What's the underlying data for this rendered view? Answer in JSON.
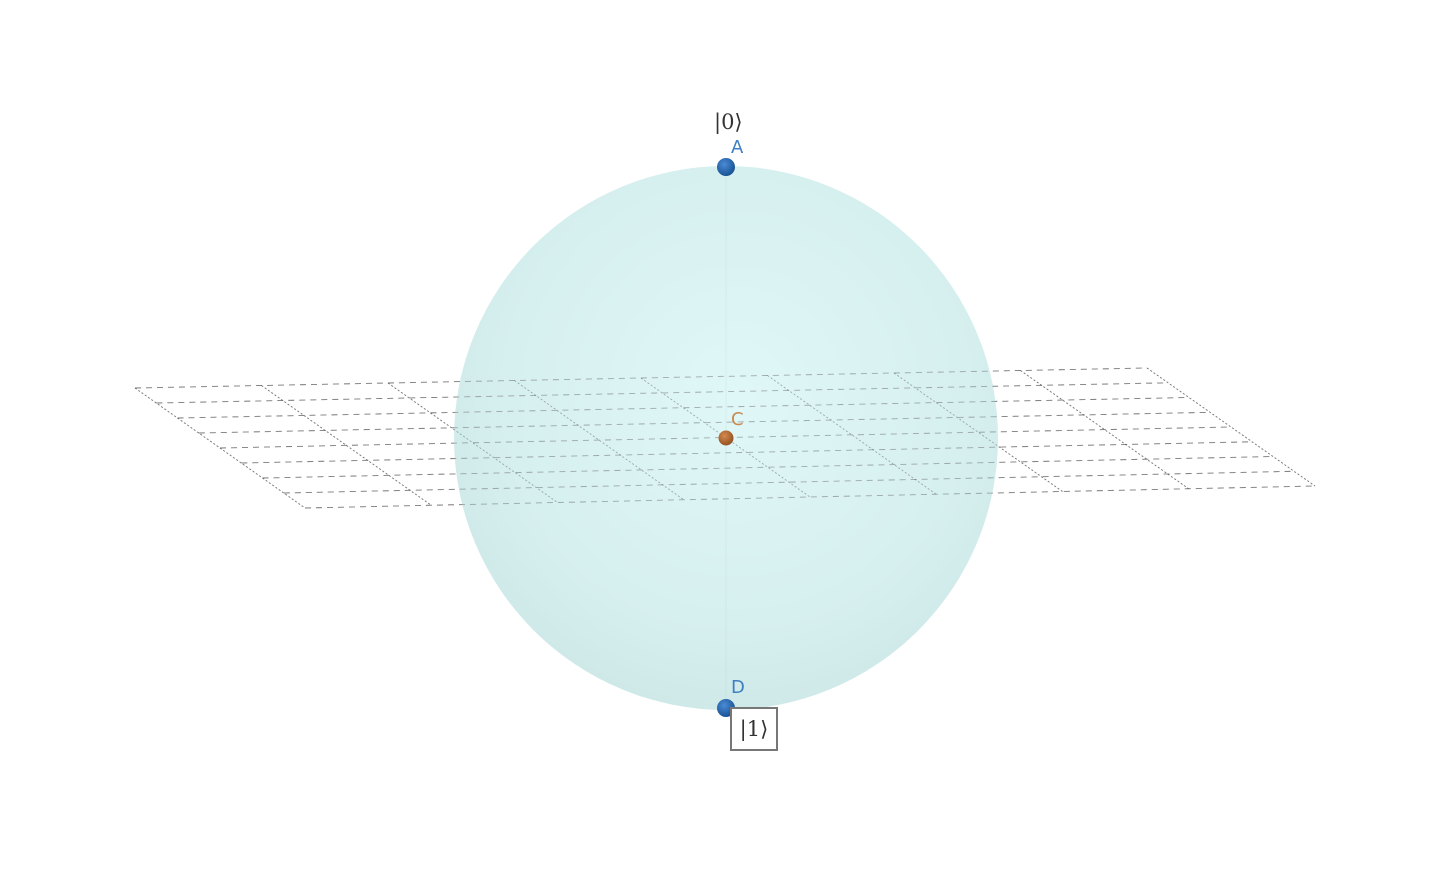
{
  "diagram": {
    "basis_states": {
      "top": "|0⟩",
      "bottom": "|1⟩"
    },
    "points": [
      {
        "id": "A",
        "label": "A",
        "color": "#1f5fa8",
        "label_color": "#3f7fc4"
      },
      {
        "id": "C",
        "label": "C",
        "color": "#b0652a",
        "label_color": "#c98a50"
      },
      {
        "id": "D",
        "label": "D",
        "color": "#1f5fa8",
        "label_color": "#3f7fc4"
      }
    ],
    "colors": {
      "sphere_center": "#dff7f7",
      "sphere_edge": "#cbe6e6",
      "grid_line": "#555555"
    }
  }
}
